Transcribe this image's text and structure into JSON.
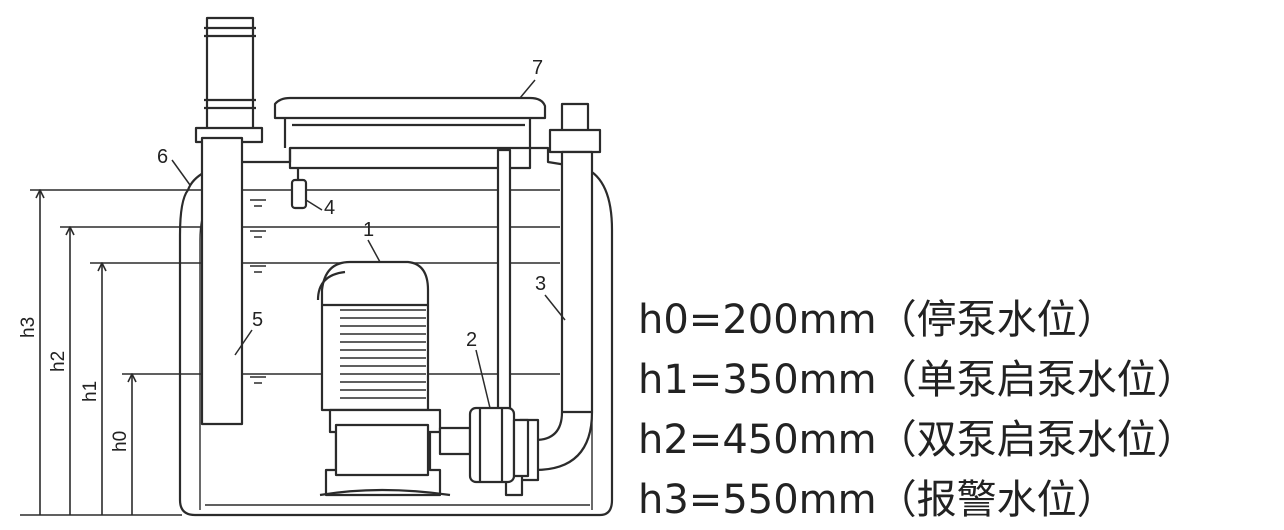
{
  "callouts": {
    "c1": "1",
    "c2": "2",
    "c3": "3",
    "c4": "4",
    "c5": "5",
    "c6": "6",
    "c7": "7"
  },
  "dimensions": {
    "h0": "h0",
    "h1": "h1",
    "h2": "h2",
    "h3": "h3"
  },
  "legend": [
    "h0=200mm（停泵水位）",
    "h1=350mm（单泵启泵水位）",
    "h2=450mm（双泵启泵水位）",
    "h3=550mm（报警水位）"
  ]
}
